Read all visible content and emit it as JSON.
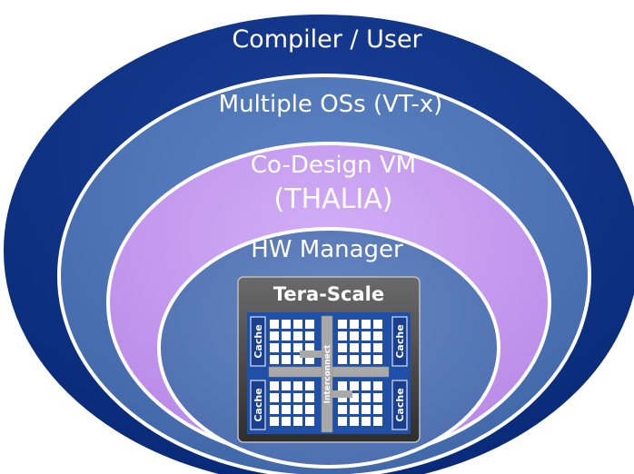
{
  "layers": [
    {
      "id": "compiler-user",
      "label": "Compiler / User",
      "color": "#0a2c7c"
    },
    {
      "id": "multiple-oss",
      "label": "Multiple OSs (VT-x)",
      "color": "#4a6fae"
    },
    {
      "id": "co-design-vm",
      "label_line1": "Co-Design VM",
      "label_line2": "(THALIA)",
      "color": "#c79cf2"
    },
    {
      "id": "hw-manager",
      "label": "HW Manager",
      "color": "#5a7bb8"
    }
  ],
  "chip": {
    "title": "Tera-Scale",
    "cache_label": "Cache",
    "interconnect_label": "Interconnect",
    "frame_color": "#3c3c3c",
    "grid_color": "#1f4fa6",
    "bus_color": "#a9a9a9"
  }
}
